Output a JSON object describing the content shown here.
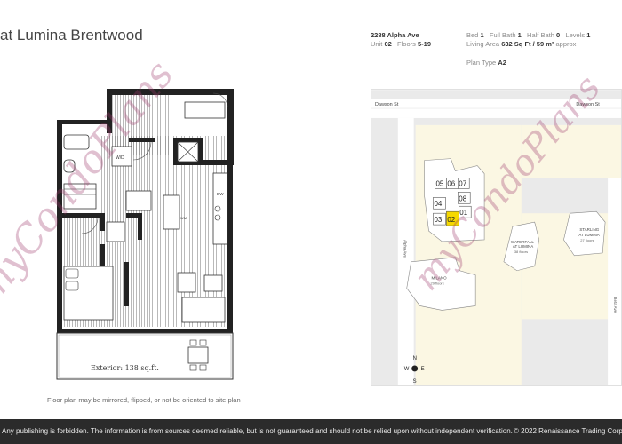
{
  "title": "at Lumina Brentwood",
  "info": {
    "address": "2288 Alpha Ave",
    "unit_label": "Unit",
    "unit_value": "02",
    "floors_label": "Floors",
    "floors_value": "5-19",
    "bed_label": "Bed",
    "bed_value": "1",
    "full_bath_label": "Full Bath",
    "full_bath_value": "1",
    "half_bath_label": "Half Bath",
    "half_bath_value": "0",
    "levels_label": "Levels",
    "levels_value": "1",
    "living_area_label": "Living Area",
    "living_area_value": "632 Sq Ft / 59 m²",
    "living_area_suffix": "approx",
    "plan_type_label": "Plan Type",
    "plan_type_value": "A2"
  },
  "floorplan": {
    "exterior_label": "Exterior:  138 sq.ft.",
    "wd": "W/D",
    "dw": "DW",
    "wm": "WM",
    "caption": "Floor plan may be mirrored, flipped, or not be oriented to site plan"
  },
  "site": {
    "street_left": "Dawson St",
    "street_right": "Dawson St",
    "alpha_ave": "Alpha Ave",
    "beta_ave": "Beta Ave",
    "units": [
      "05",
      "06",
      "07",
      "04",
      "08",
      "03",
      "02",
      "01"
    ],
    "highlight_unit": "02",
    "milano": "MILANO",
    "milano_floors": "29 floors",
    "waterfall_1": "WATERFALL",
    "waterfall_2": "AT LUMINA",
    "waterfall_floors": "38 floors",
    "starling_1": "STARLING",
    "starling_2": "AT LUMINA",
    "starling_floors": "27 floors",
    "compass": {
      "n": "N",
      "s": "S",
      "e": "E",
      "w": "W"
    }
  },
  "watermark": "myCondoPlans",
  "footer": {
    "text": "Any publishing is forbidden. The information is from sources deemed reliable, but is not guaranteed and should not be relied upon without independent verification.",
    "copyright": "© 2022 Renaissance Trading Corp"
  },
  "colors": {
    "highlight": "#f5d800",
    "footer_bg": "#2b2b2b",
    "map_tint": "#fbf7e3"
  }
}
